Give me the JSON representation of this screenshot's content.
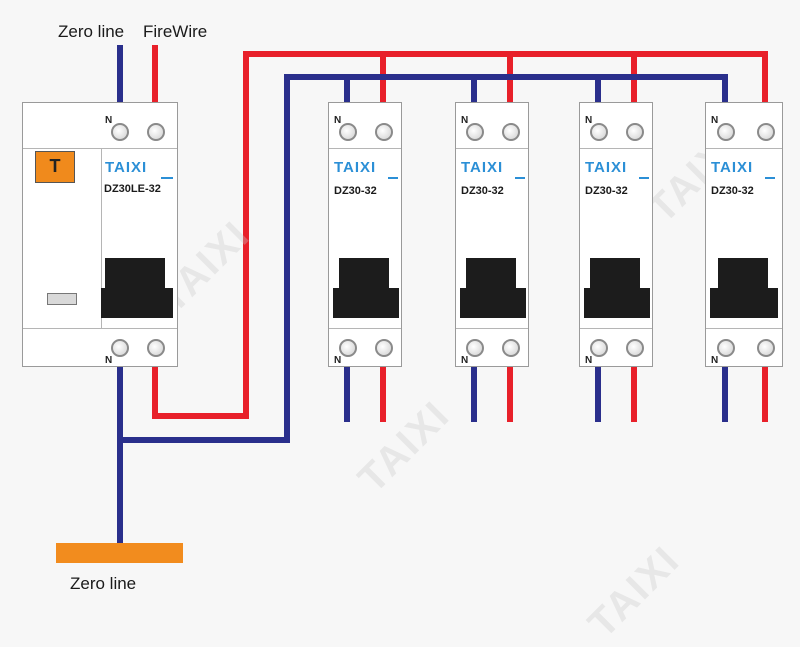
{
  "labels": {
    "zero_line_top": "Zero line",
    "firewire_top": "FireWire",
    "zero_line_bottom": "Zero line"
  },
  "rcbo": {
    "brand": "TAIXI",
    "model": "DZ30LE-32",
    "terminal_mark": "N",
    "test_symbol": "T"
  },
  "breakers": [
    {
      "brand": "TAIXI",
      "model": "DZ30-32",
      "terminal_mark": "N"
    },
    {
      "brand": "TAIXI",
      "model": "DZ30-32",
      "terminal_mark": "N"
    },
    {
      "brand": "TAIXI",
      "model": "DZ30-32",
      "terminal_mark": "N"
    },
    {
      "brand": "TAIXI",
      "model": "DZ30-32",
      "terminal_mark": "N"
    }
  ],
  "watermark": "TAIXI",
  "colors": {
    "neutral_wire": "#2a2f8c",
    "live_wire": "#e8202a",
    "busbar": "#f28c1e",
    "brand": "#2b8fd6"
  }
}
